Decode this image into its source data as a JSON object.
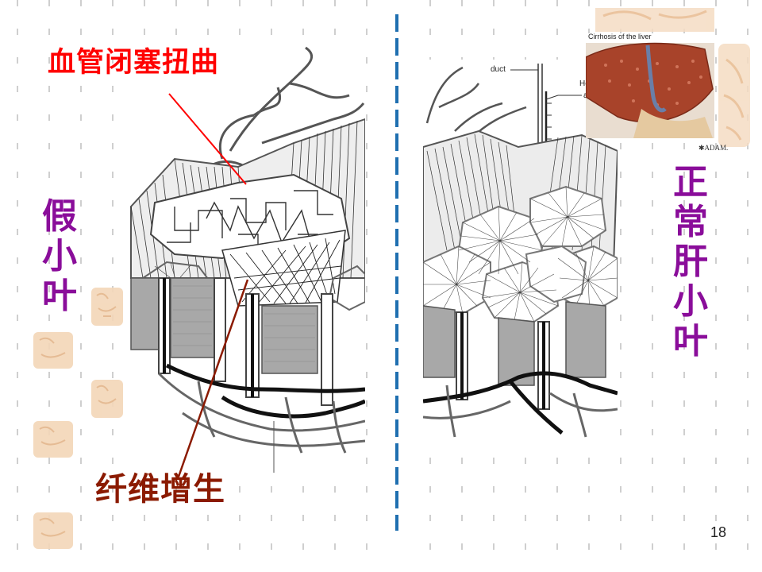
{
  "annotations": {
    "top_red": "血管闭塞扭曲",
    "bottom_brown": "纤维增生"
  },
  "side_labels": {
    "left_vertical": [
      "假",
      "小",
      "叶"
    ],
    "right_vertical": [
      "正",
      "常",
      "肝",
      "小",
      "叶"
    ]
  },
  "diagram_labels": {
    "duct": "duct",
    "hepatic_line1": "Hepatic",
    "hepatic_line2": "artery"
  },
  "inset": {
    "caption": "Cirrhosis of the liver",
    "credit": "ADAM."
  },
  "slide_number": "18",
  "colors": {
    "red_annotation": "#ff0000",
    "brown_annotation": "#8b1a00",
    "purple_label": "#8a0d9a",
    "divider_blue": "#1f6fb0",
    "liver_brown": "#a8432a"
  }
}
